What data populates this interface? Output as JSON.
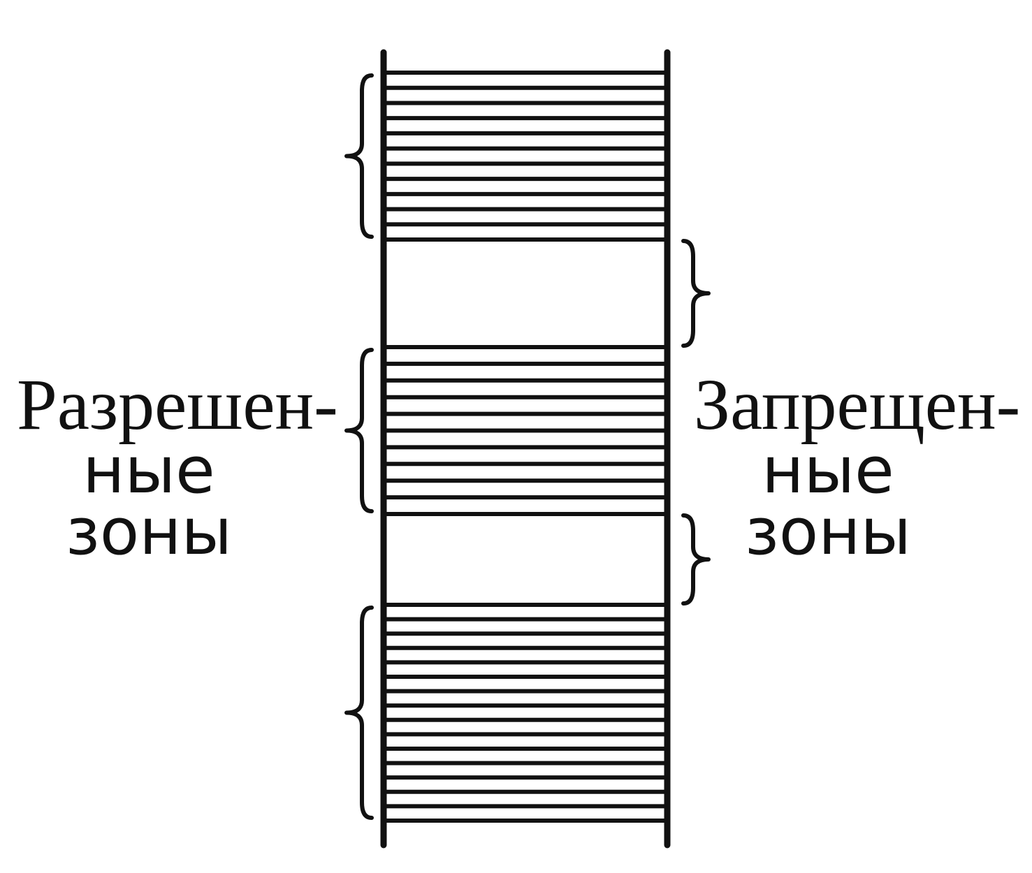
{
  "labels": {
    "allowed": {
      "line1": "Разрешен-",
      "line2": "ные",
      "line3": "зоны"
    },
    "forbidden": {
      "line1": "Запрещен-",
      "line2": "ные",
      "line3": "зоны"
    }
  },
  "colors": {
    "ink": "#111111",
    "background": "#ffffff"
  },
  "zones": [
    {
      "kind": "allowed",
      "levels": 11
    },
    {
      "kind": "forbidden",
      "levels": 0
    },
    {
      "kind": "allowed",
      "levels": 10
    },
    {
      "kind": "forbidden",
      "levels": 0
    },
    {
      "kind": "allowed",
      "levels": 15
    }
  ]
}
